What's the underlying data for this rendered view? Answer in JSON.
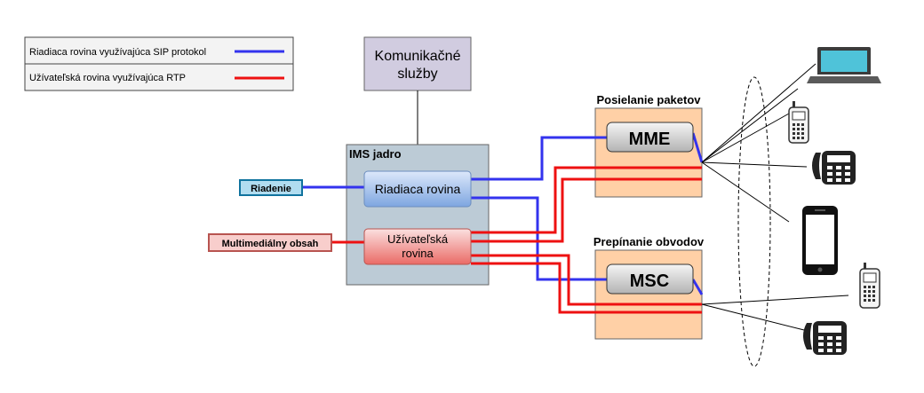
{
  "legend": {
    "items": [
      {
        "label": "Riadiaca rovina využívajúca SIP protokol",
        "color": "#3333ee"
      },
      {
        "label": "Užívateľská rovina využívajúca RTP",
        "color": "#ee1111"
      }
    ]
  },
  "services": {
    "line1": "Komunikačné",
    "line2": "služby"
  },
  "ims": {
    "title": "IMS jadro",
    "control_plane": "Riadiaca rovina",
    "user_plane_line1": "Užívateľská",
    "user_plane_line2": "rovina"
  },
  "inputs": {
    "control": "Riadenie",
    "media": "Multimediálny obsah"
  },
  "packet": {
    "title": "Posielanie paketov",
    "node": "MME"
  },
  "circuit": {
    "title": "Prepínanie obvodov",
    "node": "MSC"
  },
  "devices": [
    {
      "name": "laptop-icon"
    },
    {
      "name": "feature-phone-icon"
    },
    {
      "name": "desk-phone-icon"
    },
    {
      "name": "smartphone-icon"
    },
    {
      "name": "feature-phone-icon"
    },
    {
      "name": "desk-phone-icon"
    }
  ],
  "colors": {
    "control": "#3333ee",
    "user": "#ee1111",
    "ims_bg": "#bccbd6",
    "domain_bg": "#ffd0a6",
    "services_bg": "#d1cce0"
  }
}
